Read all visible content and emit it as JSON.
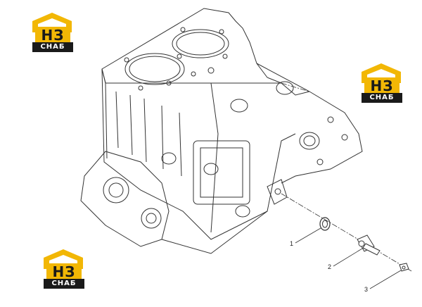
{
  "logo": {
    "brand_top": "НЗ",
    "brand_bottom": "СНАБ",
    "accent": "#f2b705",
    "dark": "#1a1a1a"
  },
  "callouts": [
    {
      "label": "1"
    },
    {
      "label": "2"
    },
    {
      "label": "3"
    }
  ],
  "colors": {
    "line": "#333333",
    "background": "#ffffff"
  }
}
